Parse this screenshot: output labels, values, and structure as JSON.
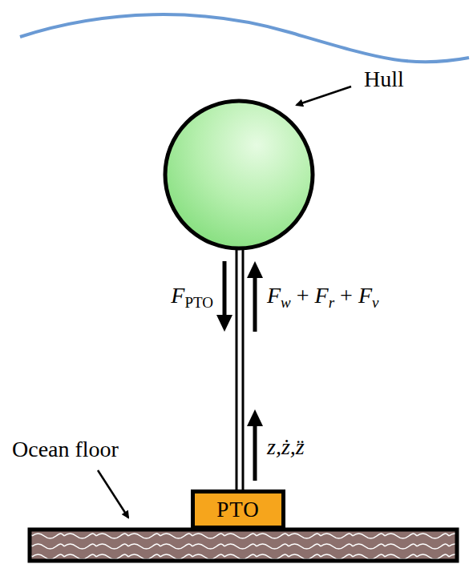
{
  "diagram": {
    "nodes": [
      {
        "text": [
          "PTO"
        ]
      }
    ],
    "labels": [
      "Hull",
      "Ocean floor",
      "F",
      "PTO",
      "F",
      "w",
      "+",
      "F",
      "r",
      "+",
      "F",
      "v",
      "z,ż,z̈"
    ]
  }
}
